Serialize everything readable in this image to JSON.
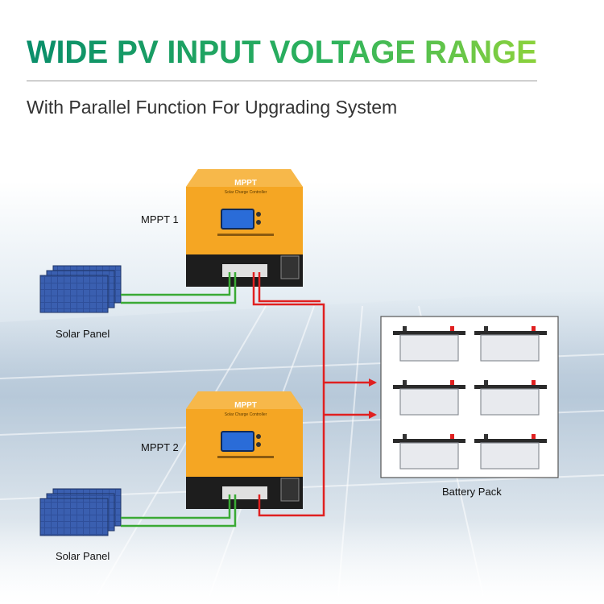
{
  "header": {
    "title": "WIDE PV INPUT VOLTAGE RANGE",
    "subtitle": "With Parallel Function For Upgrading System",
    "title_gradient": [
      "#0a8e6a",
      "#2eb35c",
      "#8cd23c"
    ]
  },
  "controllers": [
    {
      "label": "MPPT 1",
      "brand": "MPPT",
      "caption": "Solar Charge Controller"
    },
    {
      "label": "MPPT 2",
      "brand": "MPPT",
      "caption": "Solar Charge Controller"
    }
  ],
  "solar_panels": [
    {
      "label": "Solar Panel"
    },
    {
      "label": "Solar Panel"
    }
  ],
  "battery_pack": {
    "label": "Battery Pack",
    "battery_count": 6
  },
  "colors": {
    "pv_wire": "#3aaa35",
    "battery_wire": "#e02020",
    "arrow": "#e02020",
    "housing": "#f5a623",
    "housing_dark": "#222222",
    "lcd": "#2a6cd8",
    "panel_cell": "#2f4f9a",
    "sky": "#dce8f0"
  },
  "icons": {
    "controller": "mppt-controller-icon",
    "panel": "solar-panel-icon",
    "battery": "battery-icon",
    "arrow": "arrow-right-icon"
  }
}
